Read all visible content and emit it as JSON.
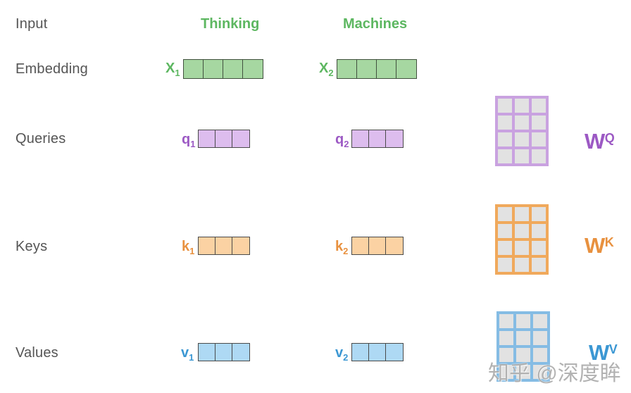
{
  "row_labels": [
    "Input",
    "Embedding",
    "Queries",
    "Keys",
    "Values"
  ],
  "words": [
    "Thinking",
    "Machines"
  ],
  "vectors": {
    "x1": {
      "base": "X",
      "sub": "1"
    },
    "x2": {
      "base": "X",
      "sub": "2"
    },
    "q1": {
      "base": "q",
      "sub": "1"
    },
    "q2": {
      "base": "q",
      "sub": "2"
    },
    "k1": {
      "base": "k",
      "sub": "1"
    },
    "k2": {
      "base": "k",
      "sub": "2"
    },
    "v1": {
      "base": "v",
      "sub": "1"
    },
    "v2": {
      "base": "v",
      "sub": "2"
    }
  },
  "matrices": {
    "wq": {
      "base": "W",
      "sup": "Q"
    },
    "wk": {
      "base": "W",
      "sup": "K"
    },
    "wv": {
      "base": "W",
      "sup": "V"
    }
  },
  "watermark": "知乎 @深度眸",
  "colors": {
    "green_fill": "#a6d7a1",
    "green_text": "#5db761",
    "purple_fill": "#ddbdee",
    "purple_text": "#9c59c4",
    "purple_matrix_border": "#c9a2e0",
    "orange_fill": "#fbd2a3",
    "orange_text": "#e8913f",
    "orange_matrix_border": "#f0a95c",
    "blue_fill": "#aed9f4",
    "blue_text": "#3b97d3",
    "blue_matrix_border": "#85bce4",
    "matrix_cell_fill": "#e2e2e2",
    "row_label_text": "#555555"
  }
}
